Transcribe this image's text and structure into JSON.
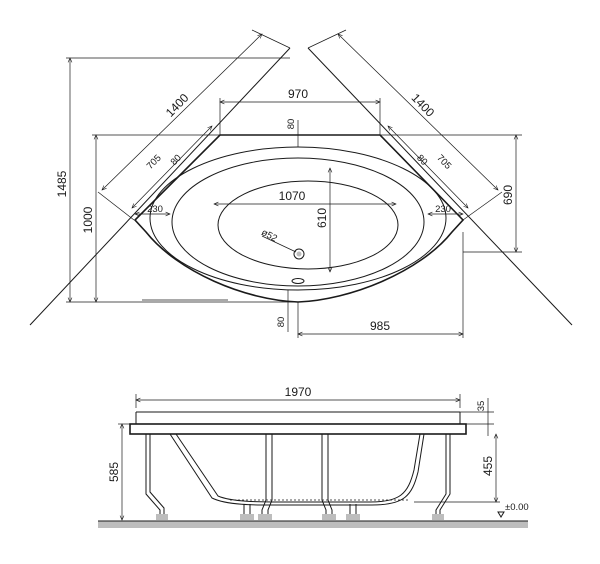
{
  "top_view": {
    "dim_1400_left": "1400",
    "dim_1400_right": "1400",
    "dim_970": "970",
    "dim_80_top": "80",
    "dim_705_left": "705",
    "dim_80_left": "80",
    "dim_705_right": "705",
    "dim_80_right": "80",
    "dim_690": "690",
    "dim_1485": "1485",
    "dim_1000": "1000",
    "dim_230_left": "230",
    "dim_230_right": "230",
    "dim_1070": "1070",
    "dim_610": "610",
    "dim_drain": "ø52",
    "dim_80_bottom": "80",
    "dim_985": "985"
  },
  "side_view": {
    "dim_1970": "1970",
    "dim_35": "35",
    "dim_455": "455",
    "dim_585": "585",
    "dim_floor": "±0.00"
  }
}
